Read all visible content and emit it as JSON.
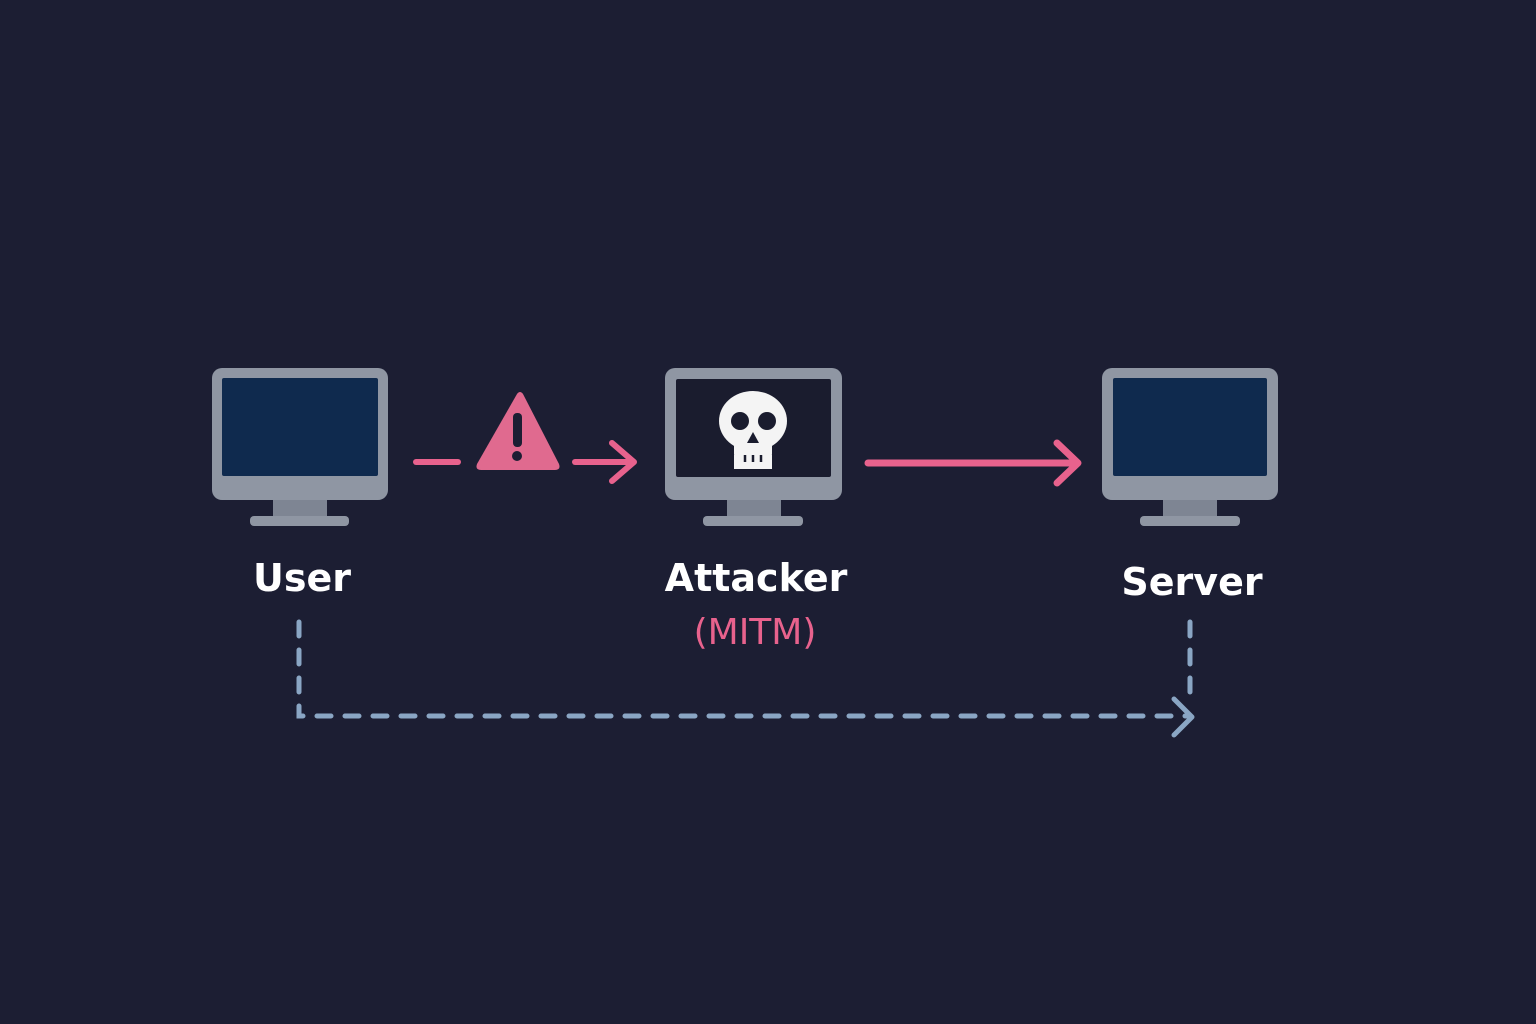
{
  "diagram": {
    "title": "Man-in-the-middle attack",
    "colors": {
      "background": "#1c1e33",
      "monitor_frame": "#8f96a3",
      "screen": "#0f2a4e",
      "attacker_screen": "#1a1c2e",
      "attack_path": "#e8628d",
      "intended_path": "#8aa6c4",
      "label": "#ffffff"
    },
    "nodes": [
      {
        "id": "user",
        "label": "User",
        "icon": "monitor-icon"
      },
      {
        "id": "attacker",
        "label": "Attacker",
        "sublabel": "(MITM)",
        "icon": "skull-icon"
      },
      {
        "id": "server",
        "label": "Server",
        "icon": "monitor-icon"
      }
    ],
    "edges": [
      {
        "from": "user",
        "to": "attacker",
        "style": "solid-with-warning",
        "icon": "warning-icon"
      },
      {
        "from": "attacker",
        "to": "server",
        "style": "solid"
      },
      {
        "from": "user",
        "to": "server",
        "style": "dashed"
      }
    ]
  }
}
